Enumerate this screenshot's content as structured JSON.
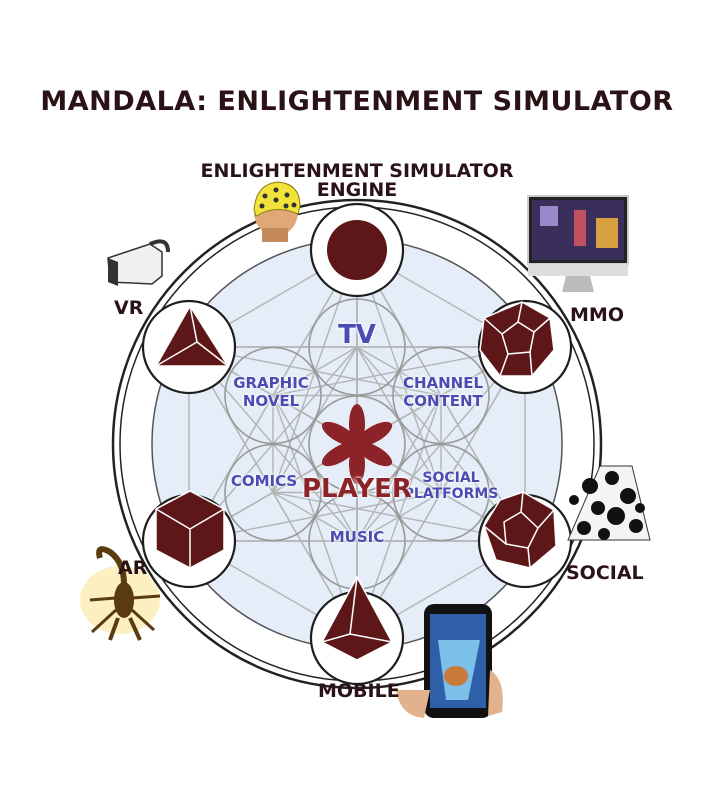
{
  "title": "MANDALA: ENLIGHTENMENT SIMULATOR",
  "nodes": {
    "engine_line1": "ENLIGHTENMENT SIMULATOR",
    "engine_line2": "ENGINE",
    "vr": "VR",
    "mmo": "MMO",
    "ar": "AR",
    "social": "SOCIAL",
    "mobile": "MOBILE"
  },
  "center": {
    "player": "PLAYER",
    "tv": "TV",
    "graphic_novel_line1": "GRAPHIC",
    "graphic_novel_line2": "NOVEL",
    "channel_content_line1": "CHANNEL",
    "channel_content_line2": "CONTENT",
    "comics": "COMICS",
    "social_platforms_line1": "SOCIAL",
    "social_platforms_line2": "PLATFORMS",
    "music": "MUSIC"
  },
  "icons": {
    "engine": "eeg-cap-head-icon",
    "vr": "vr-headset-icon",
    "mmo": "desktop-monitor-icon",
    "ar": "scorpion-icon",
    "social": "animal-collage-icon",
    "mobile": "smartphone-hand-icon"
  },
  "colors": {
    "shape_fill": "#5e1719",
    "glyph_fill": "#8c2328",
    "title_text": "#2b1216",
    "inner_text": "#4b4bb4",
    "disc_fill": "#e4edf8",
    "line_color": "#b4b4b4"
  }
}
